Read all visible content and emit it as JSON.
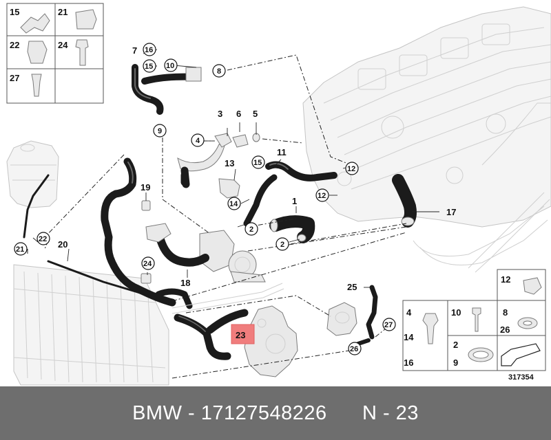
{
  "footer": {
    "text": "BMW - 17127548226      N - 23"
  },
  "diagram": {
    "ref_number": "317354",
    "highlight_color": "#f07d7d",
    "highlighted_label": "23",
    "inset_top_left": [
      "15",
      "21",
      "22",
      "24",
      "27"
    ],
    "inset_bottom_right": [
      "12",
      "4",
      "10",
      "8",
      "26",
      "14",
      "16",
      "2",
      "9"
    ],
    "plain_labels": [
      "7",
      "3",
      "6",
      "5",
      "11",
      "13",
      "1",
      "17",
      "19",
      "20",
      "18",
      "25",
      "23"
    ],
    "circled_labels": [
      "16",
      "15",
      "10",
      "8",
      "9",
      "4",
      "15",
      "12",
      "12",
      "14",
      "2",
      "2",
      "22",
      "21",
      "24",
      "27",
      "26"
    ]
  }
}
